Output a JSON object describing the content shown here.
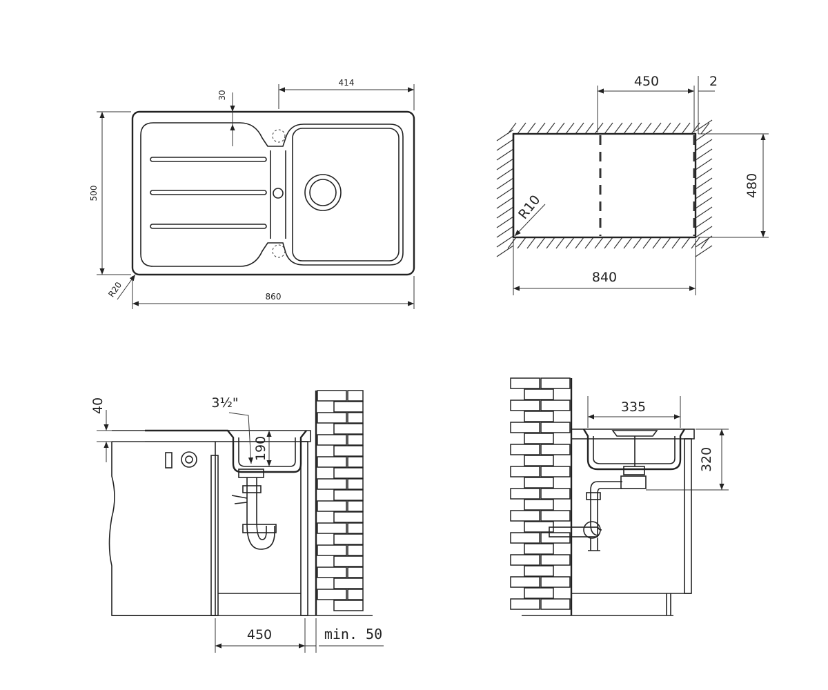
{
  "views": {
    "sink_top": {
      "width": "860",
      "height": "500",
      "bowl_offset": "414",
      "small_offset": "30",
      "corner_radius": "R20"
    },
    "cutout": {
      "width": "840",
      "height": "480",
      "bowl_center": "450",
      "margin": "2",
      "corner_radius": "R10"
    },
    "side_left": {
      "thickness": "40",
      "bowl_depth": "190",
      "drain_size": "3½\"",
      "cabinet_width": "450",
      "wall_gap": "min. 50"
    },
    "side_right": {
      "bowl_width": "335",
      "drain_depth": "320"
    }
  }
}
